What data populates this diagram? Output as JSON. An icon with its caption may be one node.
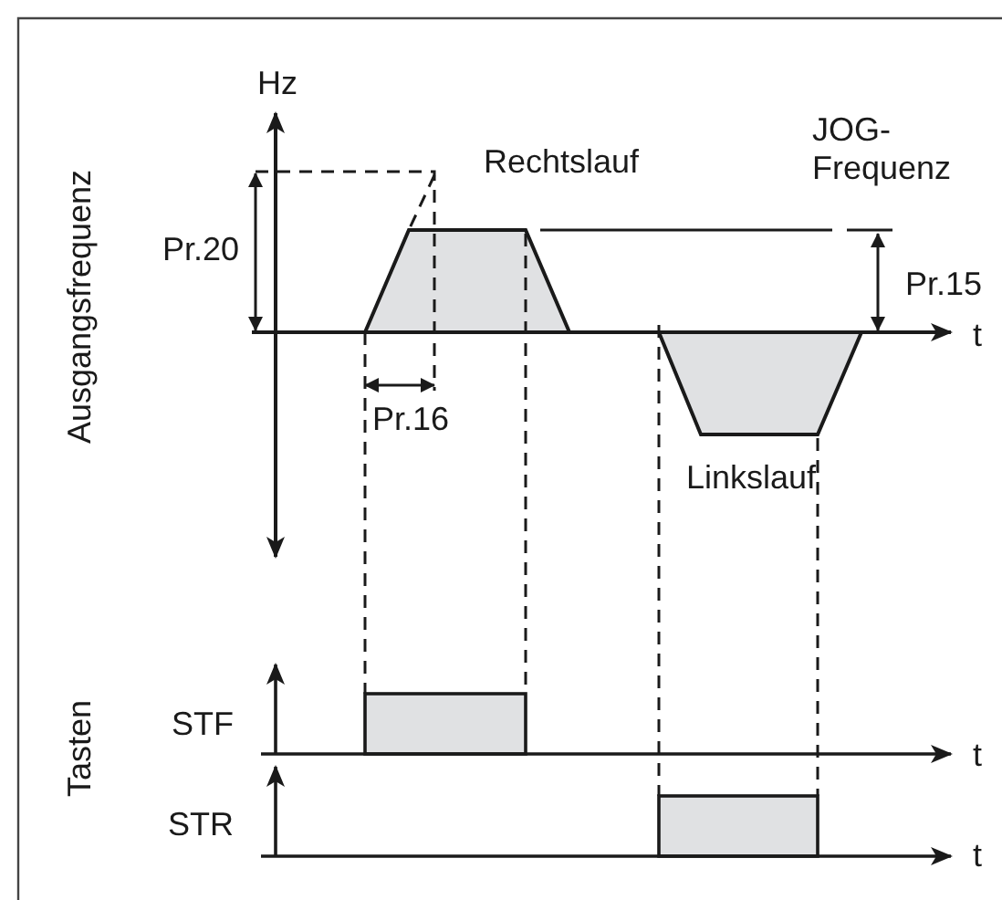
{
  "diagram": {
    "labels": [
      "Hz",
      "Ausgangsfrequenz",
      "Rechtslauf",
      "JOG- Frequenz",
      "Pr.20",
      "Pr.15",
      "t",
      "Pr.16",
      "Linkslauf",
      "Tasten",
      "STF",
      "t",
      "STR",
      "t"
    ]
  }
}
